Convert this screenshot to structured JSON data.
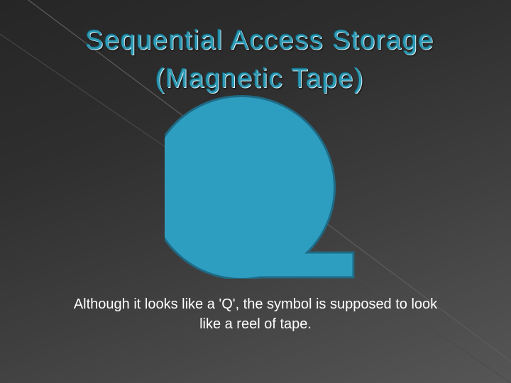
{
  "slide": {
    "title_line1": "Sequential Access Storage",
    "title_line2": "(Magnetic Tape)",
    "caption_line1": "Although it looks like a 'Q', the symbol is supposed to look",
    "caption_line2": "like a reel of tape."
  },
  "symbol": {
    "fill_color": "#2e9ec0",
    "stroke_color": "#1f6a85"
  },
  "colors": {
    "title": "#2e9ab5",
    "caption": "#ffffff"
  }
}
